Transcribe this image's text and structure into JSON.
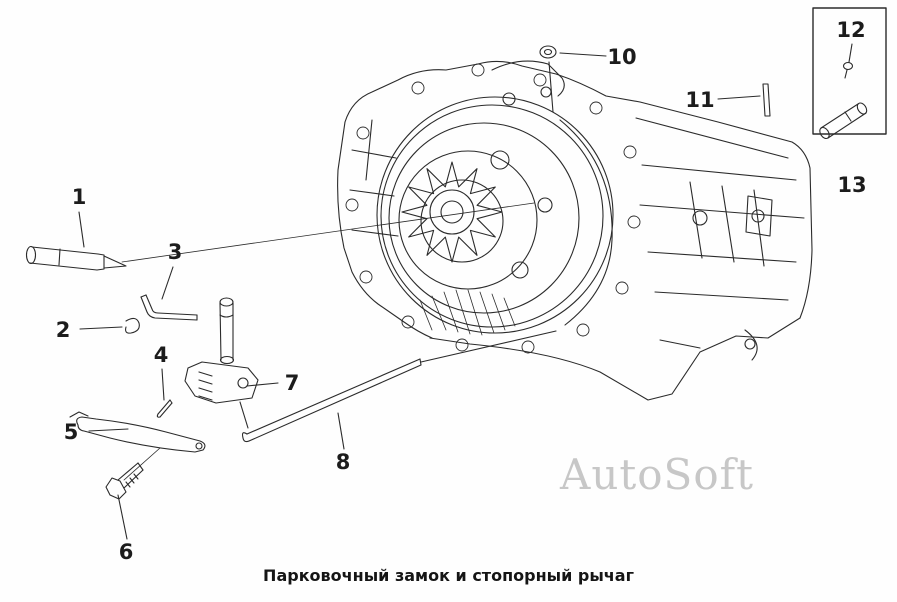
{
  "caption": "Парковочный замок и стопорный рычаг",
  "watermark": "AutoSoft",
  "callouts": [
    {
      "label": "1"
    },
    {
      "label": "2"
    },
    {
      "label": "3"
    },
    {
      "label": "4"
    },
    {
      "label": "5"
    },
    {
      "label": "6"
    },
    {
      "label": "7"
    },
    {
      "label": "8"
    },
    {
      "label": "10"
    },
    {
      "label": "11"
    },
    {
      "label": "12"
    },
    {
      "label": "13"
    }
  ],
  "colors": {
    "line": "#2b2b2b",
    "watermark": "#c7c7c7",
    "caption": "#151515"
  }
}
